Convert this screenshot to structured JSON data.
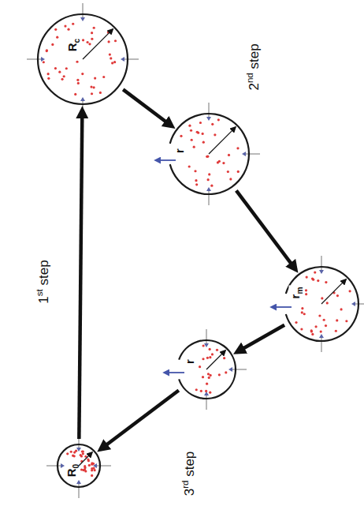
{
  "diagram": {
    "nodes": [
      {
        "text": [
          "Rc"
        ]
      },
      {
        "text": [
          "r"
        ]
      },
      {
        "text": [
          "rm"
        ]
      },
      {
        "text": [
          "r"
        ]
      },
      {
        "text": [
          "R0"
        ]
      }
    ],
    "edges": [
      {
        "from": 0,
        "to": 1,
        "arrow": "to"
      },
      {
        "from": 1,
        "to": 2,
        "arrow": "to"
      },
      {
        "from": 2,
        "to": 3,
        "arrow": "to"
      },
      {
        "from": 3,
        "to": 4,
        "arrow": "to"
      },
      {
        "from": 4,
        "to": 0,
        "arrow": "to",
        "label": "1st step"
      }
    ],
    "labels": [
      "2nd step",
      "3rd step"
    ]
  }
}
